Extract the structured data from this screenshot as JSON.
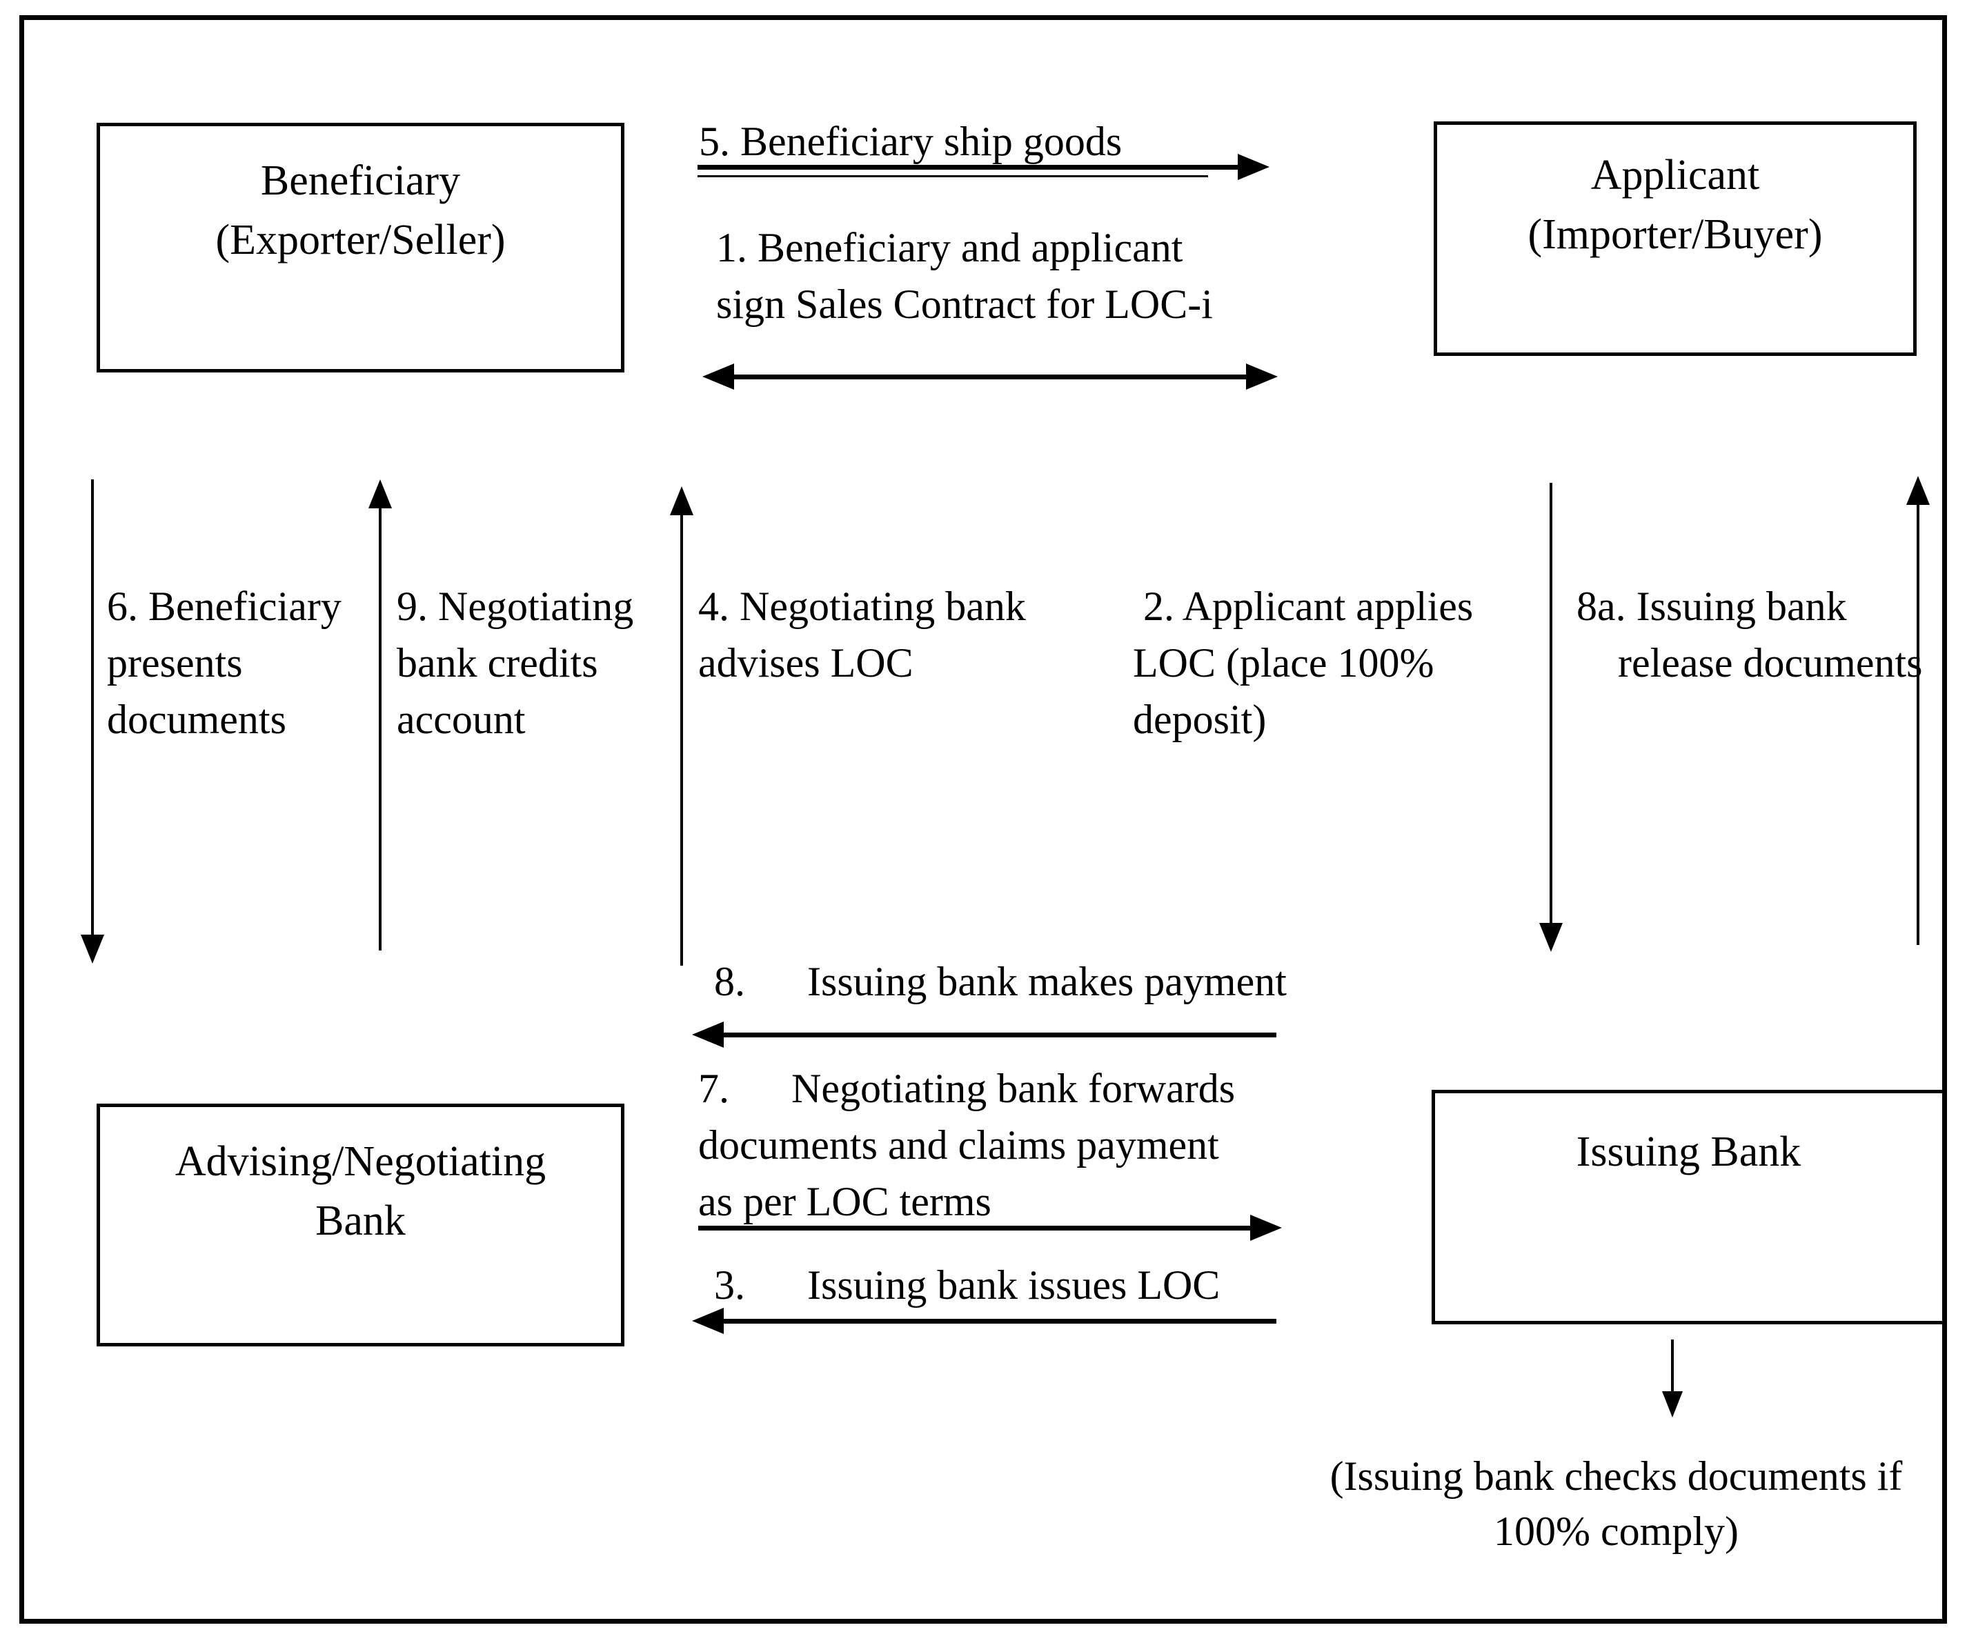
{
  "colors": {
    "ink": "#000000",
    "paper": "#ffffff"
  },
  "boxes": {
    "beneficiary": {
      "lines": [
        "Beneficiary",
        "(Exporter/Seller)"
      ]
    },
    "applicant": {
      "lines": [
        "Applicant",
        "(Importer/Buyer)"
      ]
    },
    "advising_bank": {
      "lines": [
        "Advising/Negotiating",
        "Bank"
      ]
    },
    "issuing_bank": {
      "lines": [
        "Issuing Bank"
      ]
    }
  },
  "labels": {
    "step5": {
      "lines": [
        "5. Beneficiary ship goods"
      ]
    },
    "step1": {
      "lines": [
        "1. Beneficiary and applicant",
        "sign Sales Contract for LOC-i"
      ]
    },
    "step6": {
      "lines": [
        "6. Beneficiary",
        "presents",
        "documents"
      ]
    },
    "step9": {
      "lines": [
        "9. Negotiating",
        "bank credits",
        "account"
      ]
    },
    "step4": {
      "lines": [
        "4. Negotiating bank",
        "advises LOC"
      ]
    },
    "step2": {
      "lines": [
        " 2. Applicant applies",
        "LOC (place 100%",
        "deposit)"
      ]
    },
    "step8a": {
      "lines": [
        "8a. Issuing bank",
        "    release documents"
      ]
    },
    "step8": {
      "lines": [
        "8.      Issuing bank makes payment"
      ]
    },
    "step7": {
      "lines": [
        "7.      Negotiating bank forwards",
        "documents and claims payment",
        "as per LOC terms"
      ]
    },
    "step3": {
      "lines": [
        "3.      Issuing bank issues LOC"
      ]
    },
    "note": {
      "lines": [
        "(Issuing bank checks documents if",
        "100% comply)"
      ]
    }
  }
}
